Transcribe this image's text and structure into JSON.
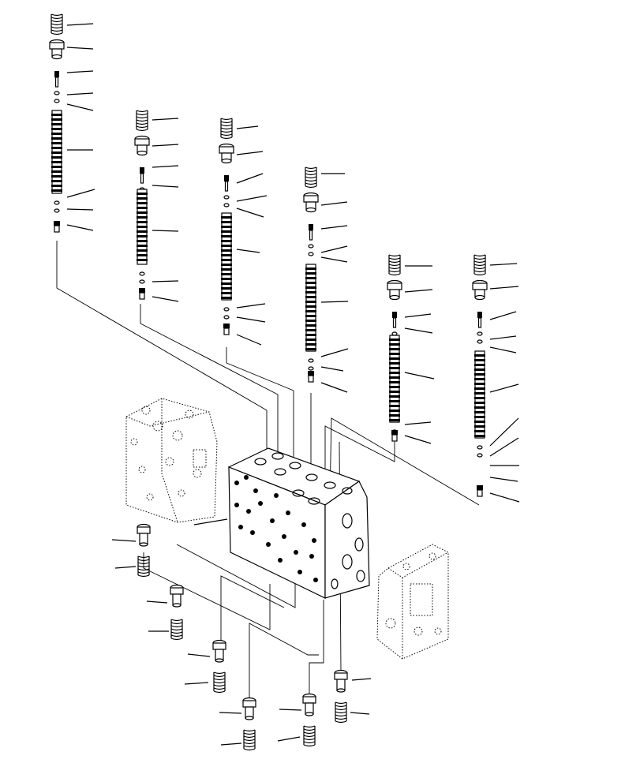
{
  "diagram": {
    "colors": {
      "ink": "#000000",
      "paper": "#ffffff"
    },
    "parts": [
      "upper-spool-assembly-1",
      "upper-spool-assembly-2",
      "upper-spool-assembly-3",
      "upper-spool-assembly-4",
      "upper-spool-assembly-5",
      "upper-spool-assembly-6",
      "main-valve-block",
      "valve-block-phantom-left",
      "valve-block-phantom-right",
      "lower-plug-spring-pairs"
    ]
  }
}
